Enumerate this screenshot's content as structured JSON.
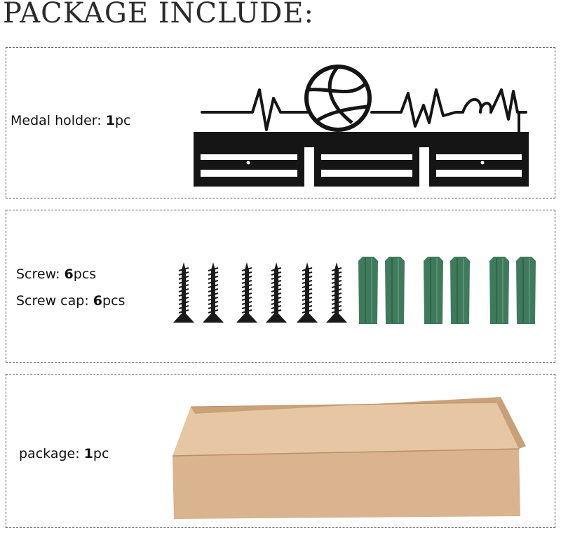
{
  "page": {
    "title": "PACKAGE INCLUDE:"
  },
  "items": [
    {
      "name": "Medal holder:",
      "qty": "1",
      "unit": "pc"
    },
    {
      "name": "Screw:",
      "qty": "6",
      "unit": "pcs"
    },
    {
      "name": "Screw cap:",
      "qty": "6",
      "unit": "pcs"
    },
    {
      "name": "package:",
      "qty": "1",
      "unit": "pc"
    }
  ],
  "colors": {
    "border": "#555555",
    "medal_holder": "#151515",
    "screw": "#1a1a1a",
    "screw_cap": "#3f7a5c",
    "box": "#d9b48e"
  },
  "icons": [
    "volleyball-icon",
    "heart-icon",
    "screw-icon",
    "anchor-icon",
    "box-icon"
  ]
}
